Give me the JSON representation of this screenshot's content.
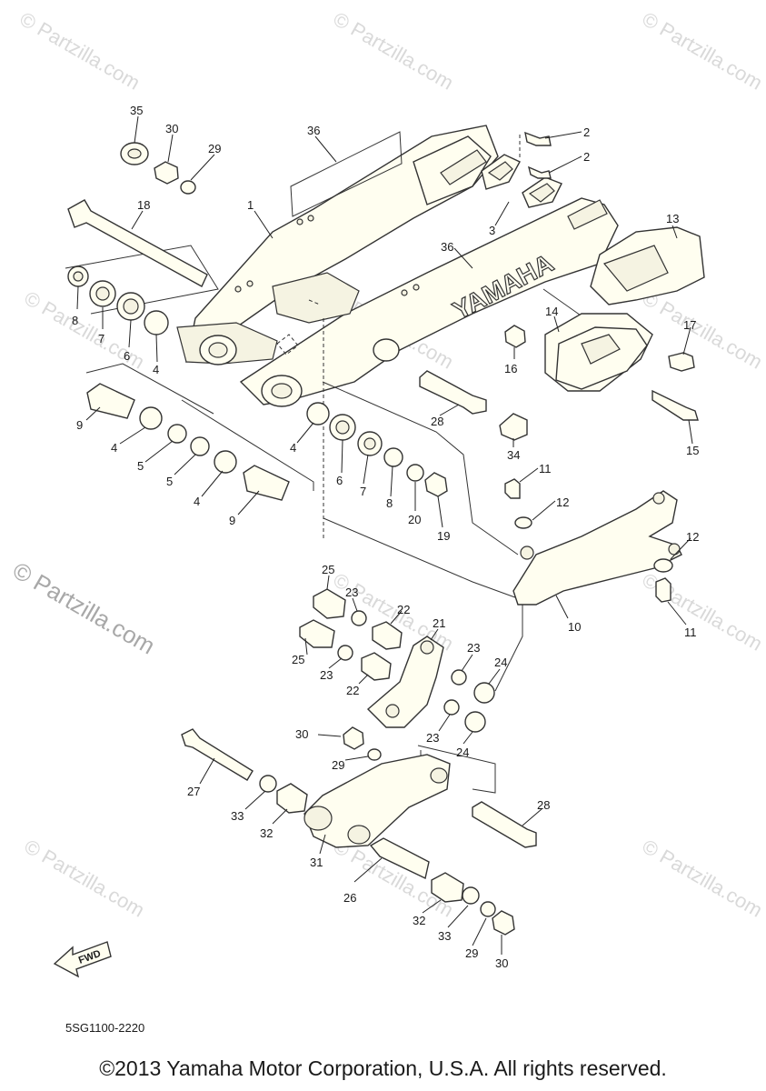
{
  "watermark": "© Partzilla.com",
  "diagram_code": "5SG1100-2220",
  "copyright": "©2013 Yamaha Motor Corporation, U.S.A. All rights reserved.",
  "brand_text": "YAMAHA",
  "fwd_label": "FWD",
  "callouts": [
    "35",
    "30",
    "29",
    "18",
    "36",
    "1",
    "2",
    "2",
    "3",
    "36",
    "13",
    "8",
    "7",
    "6",
    "4",
    "14",
    "17",
    "16",
    "28",
    "9",
    "4",
    "5",
    "5",
    "4",
    "9",
    "4",
    "6",
    "7",
    "8",
    "20",
    "19",
    "34",
    "15",
    "11",
    "12",
    "12",
    "10",
    "11",
    "25",
    "23",
    "22",
    "21",
    "25",
    "23",
    "22",
    "23",
    "24",
    "30",
    "29",
    "23",
    "24",
    "27",
    "28",
    "33",
    "32",
    "31",
    "26",
    "32",
    "33",
    "29",
    "30"
  ]
}
